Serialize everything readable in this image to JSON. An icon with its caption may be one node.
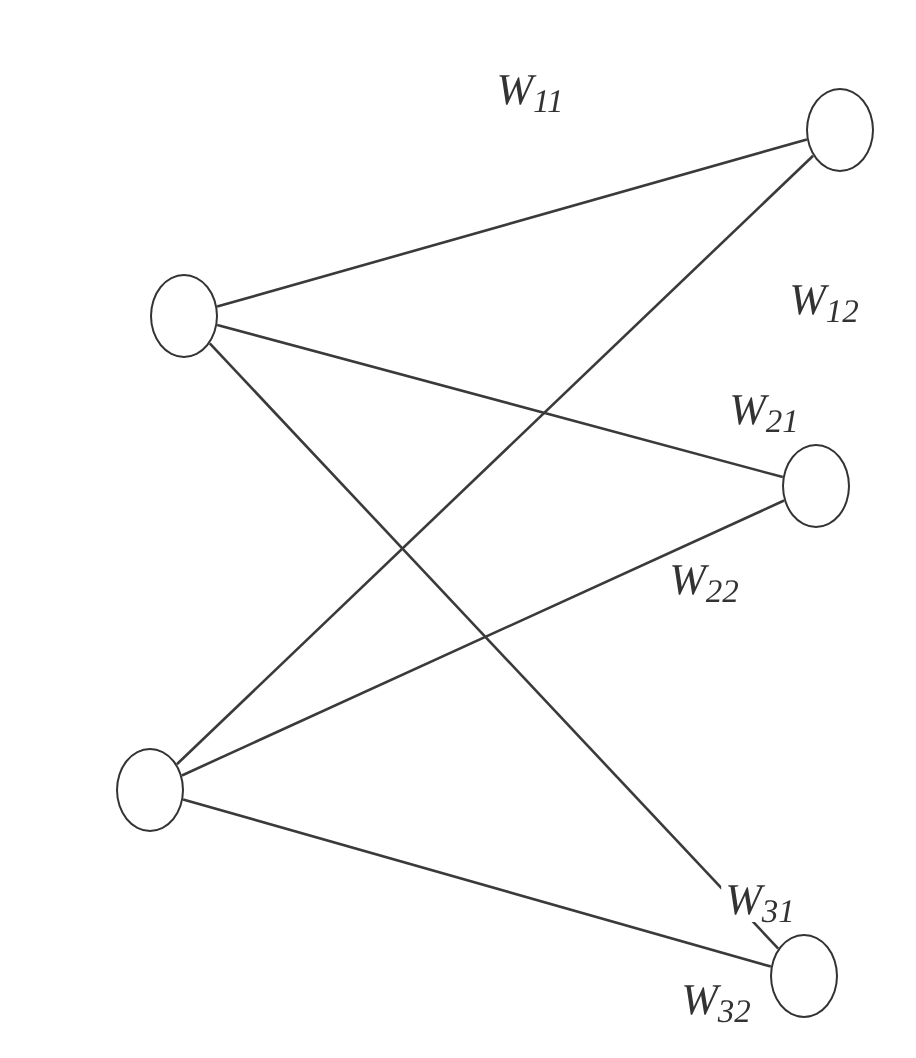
{
  "diagram": {
    "nodes": [
      {
        "text": [],
        "shape": "circle"
      },
      {
        "text": [],
        "shape": "circle"
      },
      {
        "text": [],
        "shape": "circle"
      },
      {
        "text": [],
        "shape": "circle"
      },
      {
        "text": [],
        "shape": "circle"
      }
    ],
    "edges": [
      {
        "from": 0,
        "to": 2,
        "arrow": "none",
        "label": "W$_{11}$"
      },
      {
        "from": 1,
        "to": 2,
        "arrow": "none",
        "label": "W$_{12}$"
      },
      {
        "from": 0,
        "to": 3,
        "arrow": "none",
        "label": "W$_{21}$"
      },
      {
        "from": 1,
        "to": 3,
        "arrow": "none",
        "label": "W$_{22}$"
      },
      {
        "from": 0,
        "to": 4,
        "arrow": "none",
        "label": "W$_{31}$"
      },
      {
        "from": 1,
        "to": 4,
        "arrow": "none",
        "label": "W$_{32}$"
      }
    ]
  }
}
